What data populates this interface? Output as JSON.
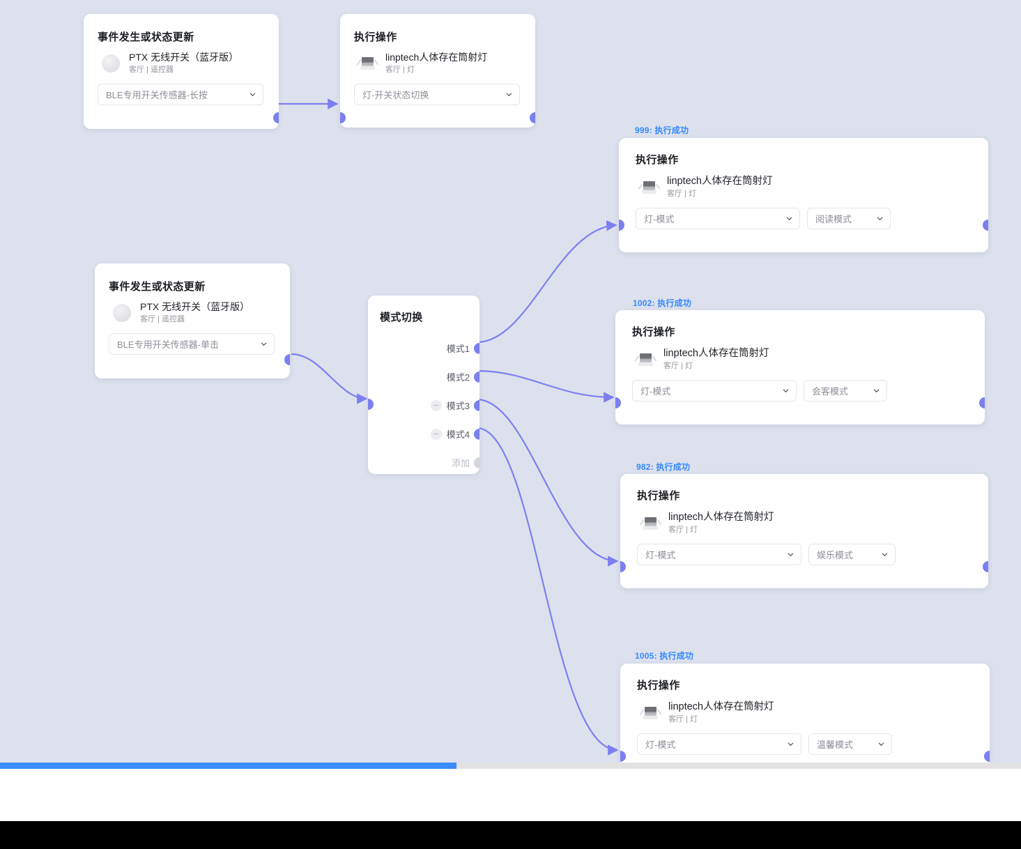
{
  "canvas": {
    "background_color": "#dde1ed",
    "accent_port_color": "#7b7ff0",
    "status_color": "#3388ff",
    "scrollbar_color": "#3d8bfd"
  },
  "nodes": {
    "trigger_1": {
      "title": "事件发生或状态更新",
      "device_name": "PTX 无线开关（蓝牙版）",
      "device_sub": "客厅 | 遥控器",
      "select_value": "BLE专用开关传感器-长按",
      "icon": "switch-circle-icon"
    },
    "action_1": {
      "title": "执行操作",
      "device_name": "linptech人体存在筒射灯",
      "device_sub": "客厅 | 灯",
      "select_value": "灯-开关状态切换",
      "icon": "downlight-icon"
    },
    "trigger_2": {
      "title": "事件发生或状态更新",
      "device_name": "PTX 无线开关（蓝牙版）",
      "device_sub": "客厅 | 遥控器",
      "select_value": "BLE专用开关传感器-单击",
      "icon": "switch-circle-icon"
    },
    "mode_switch": {
      "title": "模式切换",
      "rows": [
        {
          "label": "模式1",
          "removable": false,
          "muted": false
        },
        {
          "label": "模式2",
          "removable": false,
          "muted": false
        },
        {
          "label": "模式3",
          "removable": true,
          "muted": false
        },
        {
          "label": "模式4",
          "removable": true,
          "muted": false
        },
        {
          "label": "添加",
          "removable": false,
          "muted": true
        }
      ]
    }
  },
  "action_cards": [
    {
      "status": "999: 执行成功",
      "title": "执行操作",
      "device_name": "linptech人体存在筒射灯",
      "device_sub": "客厅 | 灯",
      "select_primary": "灯-模式",
      "select_secondary": "阅读模式"
    },
    {
      "status": "1002: 执行成功",
      "title": "执行操作",
      "device_name": "linptech人体存在筒射灯",
      "device_sub": "客厅 | 灯",
      "select_primary": "灯-模式",
      "select_secondary": "会客模式"
    },
    {
      "status": "982: 执行成功",
      "title": "执行操作",
      "device_name": "linptech人体存在筒射灯",
      "device_sub": "客厅 | 灯",
      "select_primary": "灯-模式",
      "select_secondary": "娱乐模式"
    },
    {
      "status": "1005: 执行成功",
      "title": "执行操作",
      "device_name": "linptech人体存在筒射灯",
      "device_sub": "客厅 | 灯",
      "select_primary": "灯-模式",
      "select_secondary": "温馨模式"
    }
  ]
}
